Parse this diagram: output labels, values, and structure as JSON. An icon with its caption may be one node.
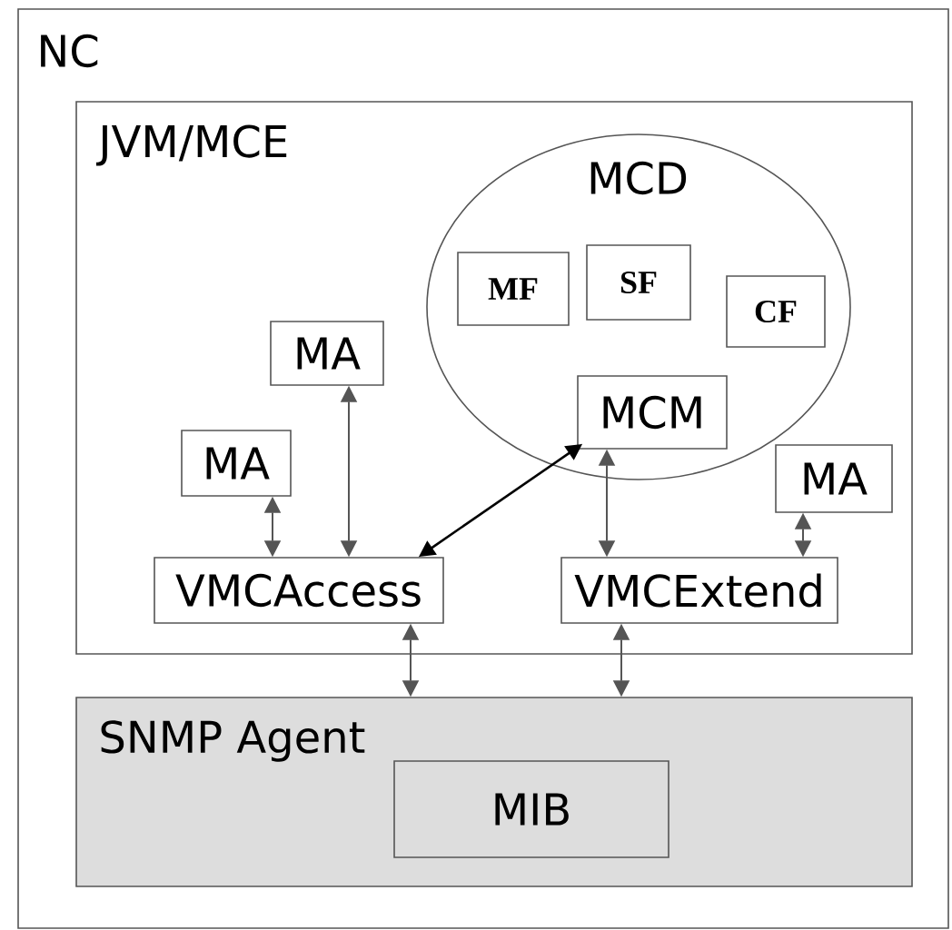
{
  "diagram": {
    "nodes": [
      {
        "text": [
          "NC"
        ]
      },
      {
        "text": [
          "JVM/MCE"
        ],
        "in": 0
      },
      {
        "text": [
          "MCD"
        ],
        "in": 1
      },
      {
        "text": [
          "MF"
        ],
        "in": 2
      },
      {
        "text": [
          "SF"
        ],
        "in": 2
      },
      {
        "text": [
          "CF"
        ],
        "in": 2
      },
      {
        "text": [
          "MCM"
        ],
        "in": 2
      },
      {
        "text": [
          "MA"
        ],
        "in": 1
      },
      {
        "text": [
          "MA"
        ],
        "in": 1
      },
      {
        "text": [
          "MA"
        ],
        "in": 1
      },
      {
        "text": [
          "VMCAccess"
        ],
        "in": 1
      },
      {
        "text": [
          "VMCExtend"
        ],
        "in": 1
      },
      {
        "text": [
          "SNMP Agent"
        ],
        "in": 0
      },
      {
        "text": [
          "MIB"
        ],
        "in": 12
      }
    ],
    "edges": [
      {
        "from": 8,
        "to": 10,
        "arrow": "both"
      },
      {
        "from": 7,
        "to": 10,
        "arrow": "both"
      },
      {
        "from": 6,
        "to": 10,
        "arrow": "both",
        "color": "#000000"
      },
      {
        "from": 6,
        "to": 11,
        "arrow": "both"
      },
      {
        "from": 9,
        "to": 11,
        "arrow": "both"
      },
      {
        "from": 10,
        "to": 12,
        "arrow": "both"
      },
      {
        "from": 11,
        "to": 12,
        "arrow": "both"
      }
    ]
  }
}
